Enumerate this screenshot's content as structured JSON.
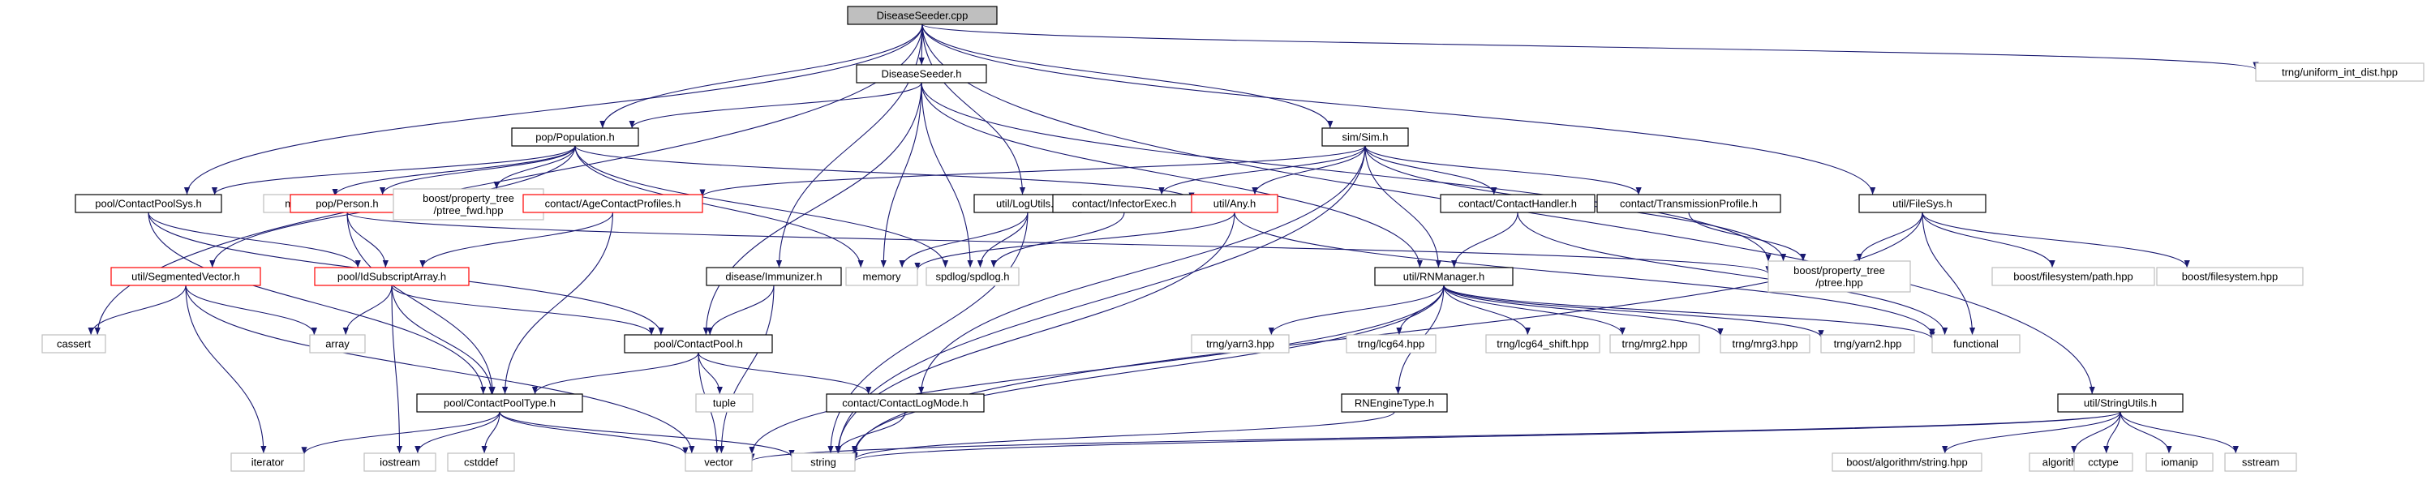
{
  "colors": {
    "edge": "#191970",
    "text": "#000000",
    "root_fill": "#bfbfbf",
    "border_documented": "#000000",
    "border_undocumented": "#ff0000",
    "border_external": "#bfbfbf",
    "node_fill": "#ffffff"
  },
  "nodes": [
    {
      "id": "root",
      "label": "DiseaseSeeder.cpp",
      "kind": "root"
    },
    {
      "id": "ds_h",
      "label": "DiseaseSeeder.h",
      "kind": "documented"
    },
    {
      "id": "trng_uid",
      "label": "trng/uniform_int_dist.hpp",
      "kind": "external"
    },
    {
      "id": "population",
      "label": "pop/Population.h",
      "kind": "documented"
    },
    {
      "id": "sim",
      "label": "sim/Sim.h",
      "kind": "documented"
    },
    {
      "id": "logutils",
      "label": "util/LogUtils.h",
      "kind": "documented"
    },
    {
      "id": "filesys",
      "label": "util/FileSys.h",
      "kind": "documented"
    },
    {
      "id": "contactpoolsys",
      "label": "pool/ContactPoolSys.h",
      "kind": "documented"
    },
    {
      "id": "mutex",
      "label": "mutex",
      "kind": "external"
    },
    {
      "id": "person",
      "label": "pop/Person.h",
      "kind": "undocumented"
    },
    {
      "id": "ptree_fwd",
      "label": "boost/property_tree\n/ptree_fwd.hpp",
      "kind": "external"
    },
    {
      "id": "agecontact",
      "label": "contact/AgeContactProfiles.h",
      "kind": "undocumented"
    },
    {
      "id": "infectorexec",
      "label": "contact/InfectorExec.h",
      "kind": "documented"
    },
    {
      "id": "any",
      "label": "util/Any.h",
      "kind": "undocumented"
    },
    {
      "id": "contacthandler",
      "label": "contact/ContactHandler.h",
      "kind": "documented"
    },
    {
      "id": "transmission",
      "label": "contact/TransmissionProfile.h",
      "kind": "documented"
    },
    {
      "id": "segvector",
      "label": "util/SegmentedVector.h",
      "kind": "undocumented"
    },
    {
      "id": "idsubscript",
      "label": "pool/IdSubscriptArray.h",
      "kind": "undocumented"
    },
    {
      "id": "immunizer",
      "label": "disease/Immunizer.h",
      "kind": "documented"
    },
    {
      "id": "memory",
      "label": "memory",
      "kind": "external"
    },
    {
      "id": "spdlog",
      "label": "spdlog/spdlog.h",
      "kind": "external"
    },
    {
      "id": "ptree",
      "label": "boost/property_tree\n/ptree.hpp",
      "kind": "external"
    },
    {
      "id": "rnmanager",
      "label": "util/RNManager.h",
      "kind": "documented"
    },
    {
      "id": "fs_path",
      "label": "boost/filesystem/path.hpp",
      "kind": "external"
    },
    {
      "id": "filesystem",
      "label": "boost/filesystem.hpp",
      "kind": "external"
    },
    {
      "id": "cassert",
      "label": "cassert",
      "kind": "external"
    },
    {
      "id": "array",
      "label": "array",
      "kind": "external"
    },
    {
      "id": "contactpool",
      "label": "pool/ContactPool.h",
      "kind": "documented"
    },
    {
      "id": "yarn3",
      "label": "trng/yarn3.hpp",
      "kind": "external"
    },
    {
      "id": "lcg64",
      "label": "trng/lcg64.hpp",
      "kind": "external"
    },
    {
      "id": "lcg64shift",
      "label": "trng/lcg64_shift.hpp",
      "kind": "external"
    },
    {
      "id": "mrg2",
      "label": "trng/mrg2.hpp",
      "kind": "external"
    },
    {
      "id": "mrg3",
      "label": "trng/mrg3.hpp",
      "kind": "external"
    },
    {
      "id": "yarn2",
      "label": "trng/yarn2.hpp",
      "kind": "external"
    },
    {
      "id": "functional",
      "label": "functional",
      "kind": "external"
    },
    {
      "id": "tuple",
      "label": "tuple",
      "kind": "external"
    },
    {
      "id": "contactpooltype",
      "label": "pool/ContactPoolType.h",
      "kind": "documented"
    },
    {
      "id": "contactlogmode",
      "label": "contact/ContactLogMode.h",
      "kind": "documented"
    },
    {
      "id": "rnenginetype",
      "label": "RNEngineType.h",
      "kind": "documented"
    },
    {
      "id": "stringutils",
      "label": "util/StringUtils.h",
      "kind": "documented"
    },
    {
      "id": "iterator",
      "label": "iterator",
      "kind": "external"
    },
    {
      "id": "iostream",
      "label": "iostream",
      "kind": "external"
    },
    {
      "id": "cstddef",
      "label": "cstddef",
      "kind": "external"
    },
    {
      "id": "vector",
      "label": "vector",
      "kind": "external"
    },
    {
      "id": "string",
      "label": "string",
      "kind": "external"
    },
    {
      "id": "algo_string",
      "label": "boost/algorithm/string.hpp",
      "kind": "external"
    },
    {
      "id": "algorithm",
      "label": "algorithm",
      "kind": "external"
    },
    {
      "id": "cctype",
      "label": "cctype",
      "kind": "external"
    },
    {
      "id": "iomanip",
      "label": "iomanip",
      "kind": "external"
    },
    {
      "id": "sstream",
      "label": "sstream",
      "kind": "external"
    }
  ],
  "edges": [
    [
      "root",
      "ds_h"
    ],
    [
      "root",
      "trng_uid"
    ],
    [
      "root",
      "population"
    ],
    [
      "root",
      "sim"
    ],
    [
      "root",
      "logutils"
    ],
    [
      "root",
      "filesys"
    ],
    [
      "root",
      "contactpoolsys"
    ],
    [
      "root",
      "immunizer"
    ],
    [
      "root",
      "cassert"
    ],
    [
      "root",
      "stringutils"
    ],
    [
      "ds_h",
      "population"
    ],
    [
      "ds_h",
      "contactpool"
    ],
    [
      "ds_h",
      "memory"
    ],
    [
      "ds_h",
      "spdlog"
    ],
    [
      "ds_h",
      "ptree"
    ],
    [
      "ds_h",
      "rnmanager"
    ],
    [
      "population",
      "contactpoolsys"
    ],
    [
      "population",
      "mutex"
    ],
    [
      "population",
      "person"
    ],
    [
      "population",
      "ptree_fwd"
    ],
    [
      "population",
      "any"
    ],
    [
      "population",
      "memory"
    ],
    [
      "population",
      "spdlog"
    ],
    [
      "population",
      "segvector"
    ],
    [
      "sim",
      "agecontact"
    ],
    [
      "sim",
      "infectorexec"
    ],
    [
      "sim",
      "any"
    ],
    [
      "sim",
      "contacthandler"
    ],
    [
      "sim",
      "transmission"
    ],
    [
      "sim",
      "rnmanager"
    ],
    [
      "sim",
      "contactlogmode"
    ],
    [
      "sim",
      "string"
    ],
    [
      "sim",
      "ptree"
    ],
    [
      "logutils",
      "memory"
    ],
    [
      "logutils",
      "spdlog"
    ],
    [
      "logutils",
      "string"
    ],
    [
      "filesys",
      "ptree"
    ],
    [
      "filesys",
      "fs_path"
    ],
    [
      "filesys",
      "filesystem"
    ],
    [
      "filesys",
      "functional"
    ],
    [
      "filesys",
      "string"
    ],
    [
      "contactpoolsys",
      "idsubscript"
    ],
    [
      "contactpoolsys",
      "contactpool"
    ],
    [
      "contactpoolsys",
      "contactpooltype"
    ],
    [
      "person",
      "idsubscript"
    ],
    [
      "person",
      "contactpooltype"
    ],
    [
      "person",
      "ptree"
    ],
    [
      "agecontact",
      "idsubscript"
    ],
    [
      "agecontact",
      "contactpooltype"
    ],
    [
      "infectorexec",
      "spdlog"
    ],
    [
      "any",
      "memory"
    ],
    [
      "any",
      "string"
    ],
    [
      "any",
      "functional"
    ],
    [
      "contacthandler",
      "rnmanager"
    ],
    [
      "contacthandler",
      "functional"
    ],
    [
      "transmission",
      "ptree"
    ],
    [
      "segvector",
      "cassert"
    ],
    [
      "segvector",
      "array"
    ],
    [
      "segvector",
      "iterator"
    ],
    [
      "segvector",
      "vector"
    ],
    [
      "idsubscript",
      "array"
    ],
    [
      "idsubscript",
      "contactpool"
    ],
    [
      "idsubscript",
      "contactpooltype"
    ],
    [
      "idsubscript",
      "iostream"
    ],
    [
      "immunizer",
      "contactpool"
    ],
    [
      "immunizer",
      "vector"
    ],
    [
      "contactpool",
      "contactpooltype"
    ],
    [
      "contactpool",
      "contactlogmode"
    ],
    [
      "contactpool",
      "tuple"
    ],
    [
      "contactpool",
      "vector"
    ],
    [
      "rnmanager",
      "yarn3"
    ],
    [
      "rnmanager",
      "lcg64"
    ],
    [
      "rnmanager",
      "lcg64shift"
    ],
    [
      "rnmanager",
      "mrg2"
    ],
    [
      "rnmanager",
      "mrg3"
    ],
    [
      "rnmanager",
      "yarn2"
    ],
    [
      "rnmanager",
      "functional"
    ],
    [
      "rnmanager",
      "rnenginetype"
    ],
    [
      "rnmanager",
      "string"
    ],
    [
      "rnmanager",
      "vector"
    ],
    [
      "contactpooltype",
      "iterator"
    ],
    [
      "contactpooltype",
      "iostream"
    ],
    [
      "contactpooltype",
      "cstddef"
    ],
    [
      "contactpooltype",
      "vector"
    ],
    [
      "contactpooltype",
      "string"
    ],
    [
      "contactlogmode",
      "string"
    ],
    [
      "rnenginetype",
      "string"
    ],
    [
      "stringutils",
      "algo_string"
    ],
    [
      "stringutils",
      "algorithm"
    ],
    [
      "stringutils",
      "cctype"
    ],
    [
      "stringutils",
      "iomanip"
    ],
    [
      "stringutils",
      "sstream"
    ],
    [
      "stringutils",
      "string"
    ],
    [
      "stringutils",
      "vector"
    ]
  ]
}
